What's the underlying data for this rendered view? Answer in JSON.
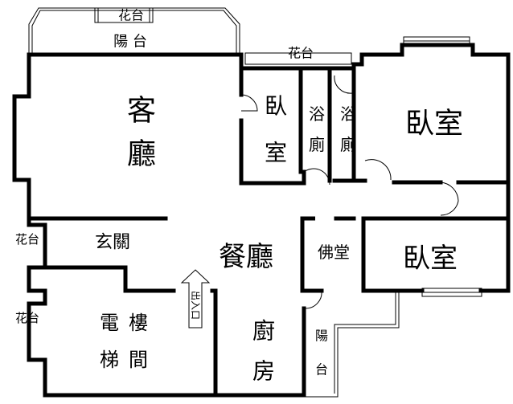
{
  "rooms": {
    "living": [
      "客",
      "廳"
    ],
    "bedroom_small": [
      "臥",
      "室"
    ],
    "bath_1": [
      "浴",
      "廁"
    ],
    "bath_2": [
      "浴",
      "廁"
    ],
    "bedroom_master": "臥室",
    "bedroom_lower": "臥室",
    "dining": "餐廳",
    "foyer": "玄關",
    "shrine": "佛堂",
    "elevator_stair": [
      "電",
      "樓",
      "梯",
      "間"
    ],
    "kitchen": [
      "廚",
      "房"
    ]
  },
  "balconies": {
    "top_planter": "花台",
    "top_balcony": "陽 台",
    "mid_planter": "花台",
    "left_planter_1": "花台",
    "left_planter_2": "花台",
    "lower_balcony": [
      "陽",
      "台"
    ]
  },
  "entrance": "出入口"
}
